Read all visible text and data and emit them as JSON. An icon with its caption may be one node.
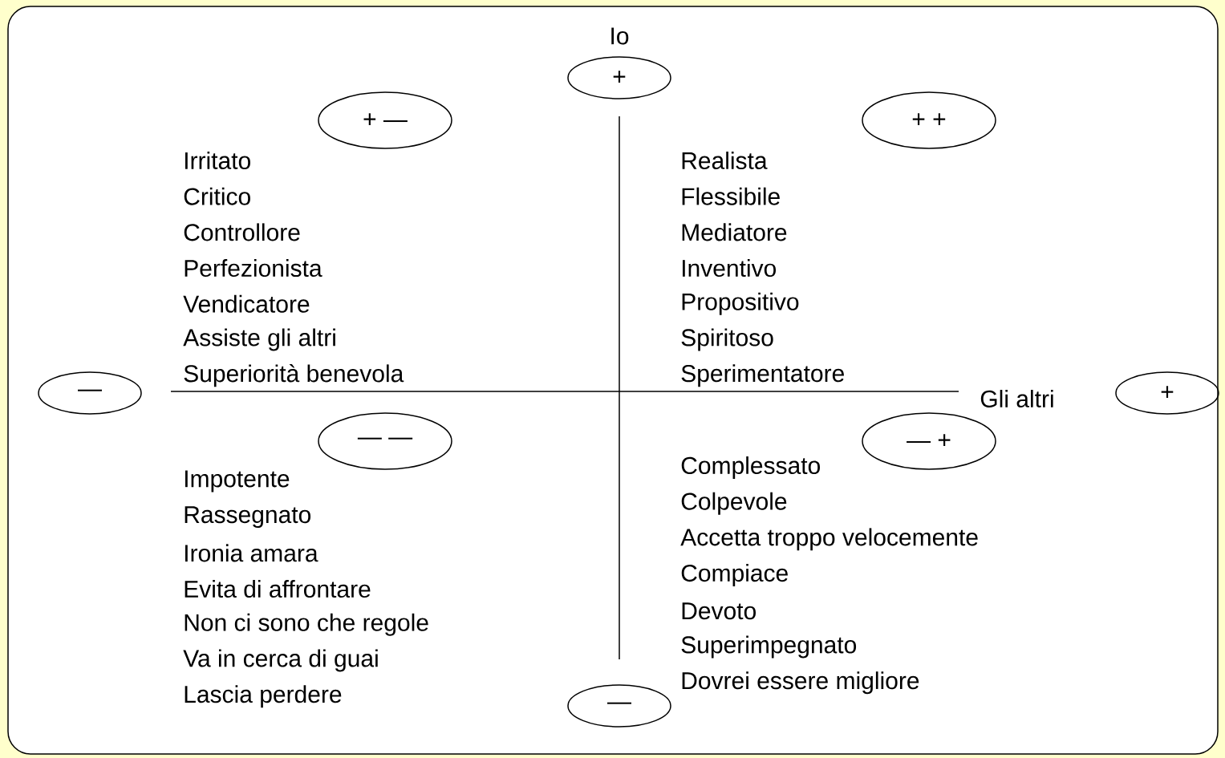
{
  "diagram": {
    "nodes": [
      {
        "text": [
          "Io",
          "+"
        ]
      },
      {
        "text": [
          "+ —"
        ]
      },
      {
        "text": [
          "+ +"
        ]
      },
      {
        "text": [
          "—"
        ]
      },
      {
        "text": [
          "Gli altri",
          "+"
        ]
      },
      {
        "text": [
          "— —"
        ]
      },
      {
        "text": [
          "— +"
        ]
      },
      {
        "text": [
          "—"
        ]
      }
    ],
    "edges": [],
    "labels": [
      "Irritato",
      "Critico",
      "Controllore",
      "Perfezionista",
      "Vendicatore",
      "Assiste gli altri",
      "Superiorità benevola",
      "Realista",
      "Flessibile",
      "Mediatore",
      "Inventivo",
      "Propositivo",
      "Spiritoso",
      "Sperimentatore",
      "Impotente",
      "Rassegnato",
      "Ironia amara",
      "Evita di affrontare",
      "Non ci sono che regole",
      "Va in cerca di guai",
      "Lascia perdere",
      "Complessato",
      "Colpevole",
      "Accetta troppo velocemente",
      "Compiace",
      "Devoto",
      "Superimpegnato",
      "Dovrei essere migliore"
    ]
  }
}
